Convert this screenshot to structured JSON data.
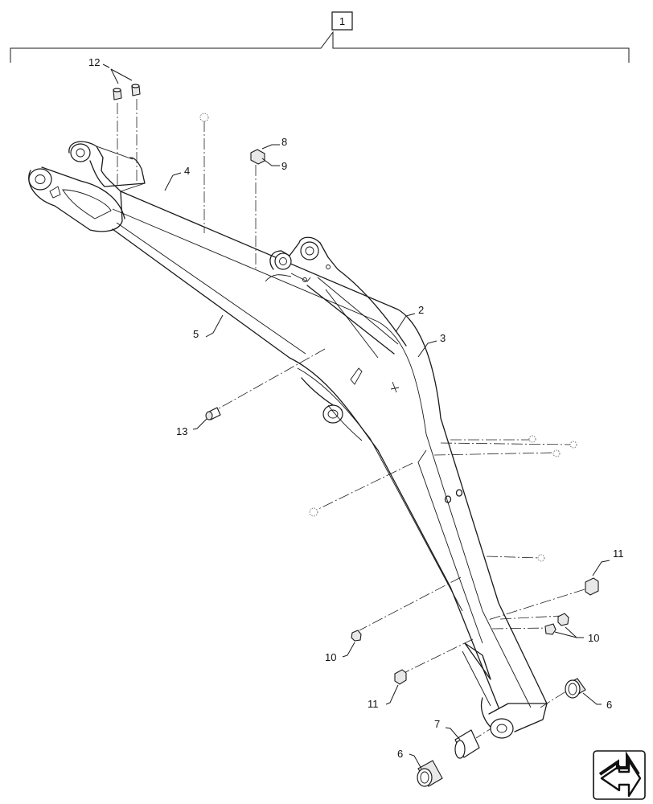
{
  "callouts": {
    "c1": "1",
    "c2": "2",
    "c3": "3",
    "c4": "4",
    "c5": "5",
    "c6a": "6",
    "c6b": "6",
    "c7": "7",
    "c8": "8",
    "c9": "9",
    "c10a": "10",
    "c10b": "10",
    "c11a": "11",
    "c11b": "11",
    "c12": "12",
    "c13": "13"
  },
  "icons": {
    "corner": "navigation-arrow-icon"
  }
}
